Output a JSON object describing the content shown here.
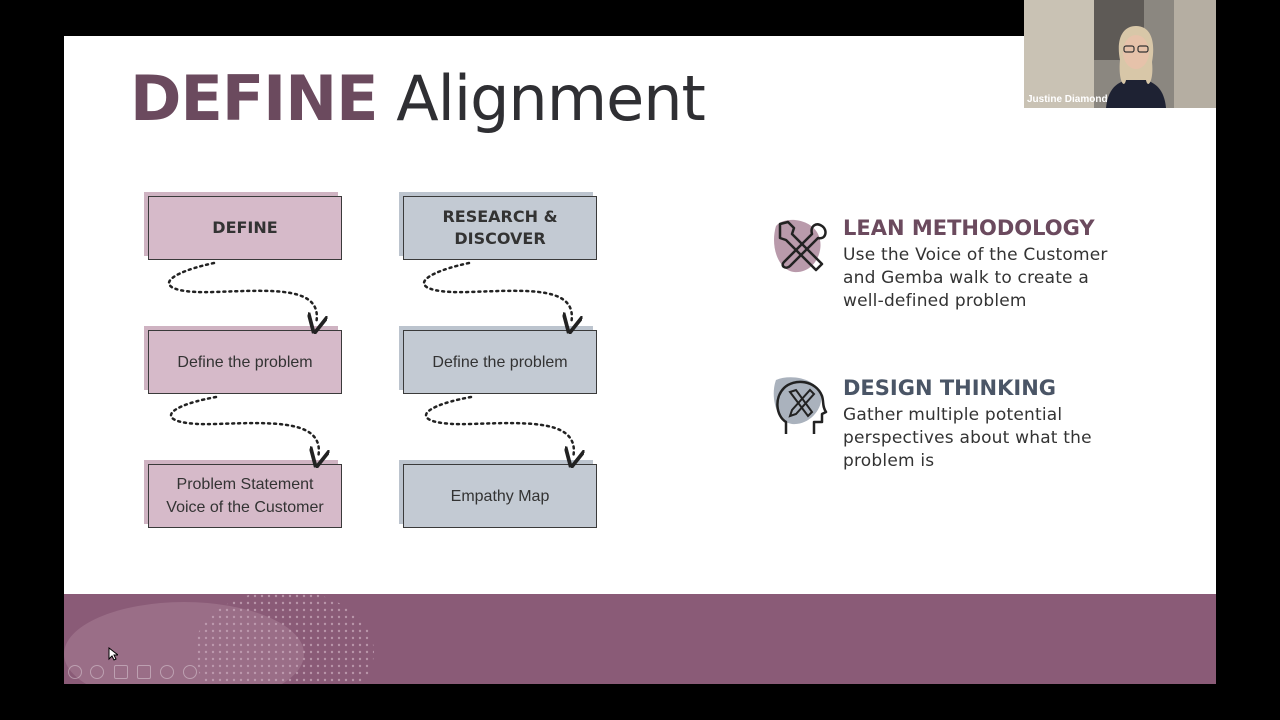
{
  "slide": {
    "title_bold": "DEFINE",
    "title_rest": "Alignment"
  },
  "define_column": {
    "boxes": [
      "DEFINE",
      "Define the problem",
      "Problem Statement\nVoice of the Customer"
    ]
  },
  "research_column": {
    "boxes": [
      "RESEARCH &\nDISCOVER",
      "Define the problem",
      "Empathy Map"
    ]
  },
  "methods": [
    {
      "title": "LEAN METHODOLOGY",
      "description": "Use the Voice of the Customer and Gemba walk to create a well-defined problem",
      "color": "#6b4a5e",
      "icon": "tools-icon"
    },
    {
      "title": "DESIGN THINKING",
      "description": "Gather multiple potential perspectives about what the problem is",
      "color": "#4a5566",
      "icon": "head-tools-icon"
    }
  ],
  "video": {
    "participant_name": "Justine Diamond"
  },
  "colors": {
    "accent": "#6b4a5e",
    "footer": "#8a5b77",
    "pink_box": "#d6bac9",
    "grey_box": "#c3cad3"
  }
}
